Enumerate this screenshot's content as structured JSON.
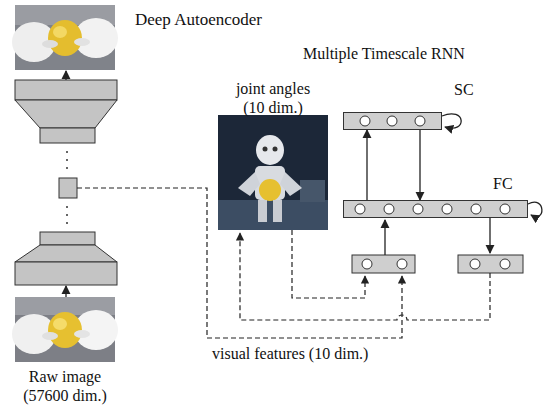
{
  "diagram": {
    "nodes": [
      {
        "text": [
          "Raw image (57600 dim.)"
        ]
      },
      {
        "text": [
          "joint angles (10 dim.)"
        ]
      },
      {
        "text": [
          "SC"
        ]
      },
      {
        "text": [
          "FC"
        ]
      }
    ],
    "edges": [
      {
        "from": 3,
        "to": 2,
        "arrow": "to"
      },
      {
        "from": 2,
        "to": 3,
        "arrow": "to"
      }
    ],
    "labels": [
      "Deep Autoencoder",
      "Multiple Timescale RNN",
      "visual features (10 dim.)"
    ]
  }
}
